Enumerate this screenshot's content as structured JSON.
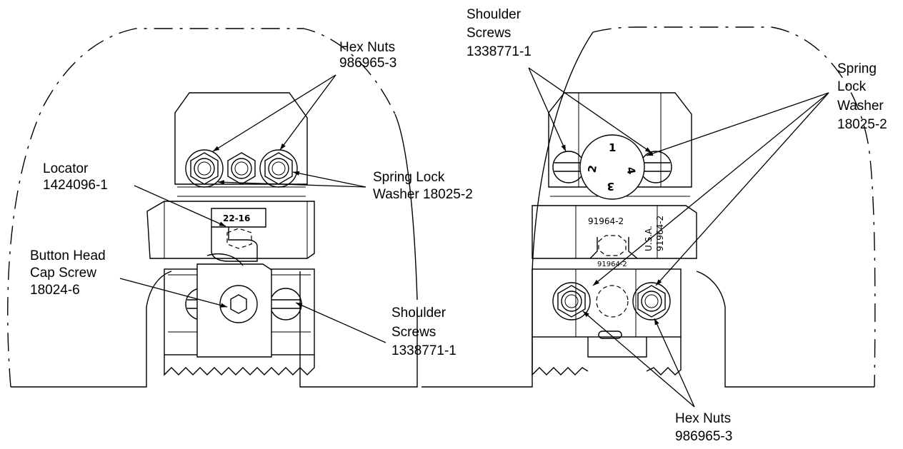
{
  "left_view": {
    "hex_nuts": {
      "line1": "Hex Nuts",
      "line2": "986965-3"
    },
    "locator": {
      "line1": "Locator",
      "line2": "1424096-1"
    },
    "spring_lock_washer": {
      "line1": "Spring Lock",
      "line2": "Washer 18025-2"
    },
    "button_head_cap_screw": {
      "line1": "Button Head",
      "line2": "Cap Screw",
      "line3": "18024-6"
    },
    "shoulder_screws": {
      "line1": "Shoulder",
      "line2": "Screws",
      "line3": "1338771-1"
    },
    "die_stamp": "22-16"
  },
  "right_view": {
    "shoulder_screws": {
      "line1": "Shoulder",
      "line2": "Screws",
      "line3": "1338771-1"
    },
    "spring_lock_washer": {
      "line1": "Spring",
      "line2": "Lock",
      "line3": "Washer",
      "line4": "18025-2"
    },
    "hex_nuts": {
      "line1": "Hex Nuts",
      "line2": "986965-3"
    },
    "dial": {
      "n1": "1",
      "n2": "2",
      "n3": "3",
      "n4": "4"
    },
    "part_stamp_main": "91964-2",
    "part_stamp_side_1": "U.S.A.",
    "part_stamp_side_2": "91964-2",
    "part_stamp_small": "91964-2"
  }
}
